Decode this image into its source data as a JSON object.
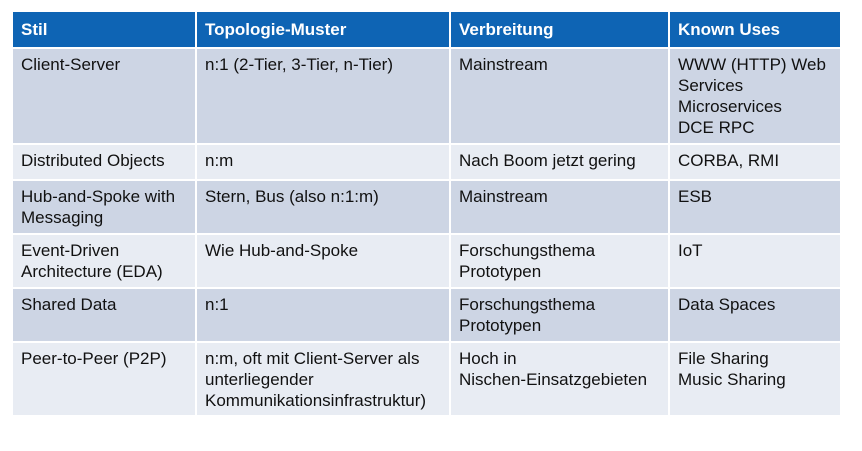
{
  "table": {
    "headers": [
      "Stil",
      "Topologie-Muster",
      "Verbreitung",
      "Known Uses"
    ],
    "rows": [
      [
        "Client-Server",
        "n:1 (2-Tier, 3-Tier, n-Tier)",
        "Mainstream",
        "WWW (HTTP) Web\nServices\nMicroservices\nDCE RPC"
      ],
      [
        "Distributed Objects",
        "n:m",
        "Nach Boom jetzt gering",
        "CORBA, RMI"
      ],
      [
        "Hub-and-Spoke with\nMessaging",
        "Stern, Bus (also n:1:m)",
        "Mainstream",
        "ESB"
      ],
      [
        "Event-Driven\nArchitecture (EDA)",
        "Wie Hub-and-Spoke",
        "Forschungsthema\nPrototypen",
        "IoT"
      ],
      [
        "Shared Data",
        "n:1",
        "Forschungsthema\nPrototypen",
        "Data Spaces"
      ],
      [
        "Peer-to-Peer (P2P)",
        "n:m, oft mit Client-Server als\nunterliegender\nKommunikationsinfrastruktur)",
        "Hoch in\nNischen-Einsatzgebieten",
        "File Sharing\nMusic Sharing"
      ]
    ]
  },
  "colors": {
    "header_bg": "#0e64b4",
    "row_odd_bg": "#cdd5e4",
    "row_even_bg": "#e8ecf3"
  }
}
